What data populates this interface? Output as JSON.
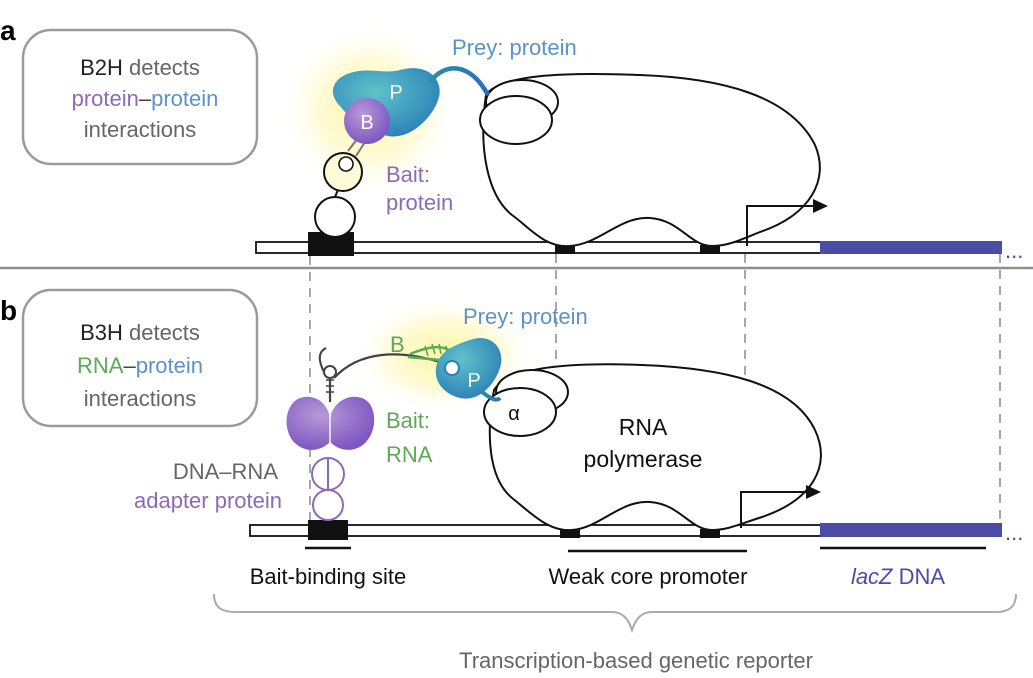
{
  "colors": {
    "purple": "#8d6ab8",
    "purple_dark": "#7e57c2",
    "blue": "#5b93c9",
    "teal": "#2d8fb6",
    "green": "#5da955",
    "gray_text": "#666666",
    "lacz": "#4a4ca6",
    "glow": "#fff7a8"
  },
  "panel_a": {
    "letter": "a",
    "info_box": {
      "line1_strong": "B2H",
      "line1_rest": " detects",
      "line2_a": "protein",
      "line2_dash": "–",
      "line2_b": "protein",
      "line3": "interactions"
    },
    "prey_label": "Prey: protein",
    "bait_label_line1": "Bait:",
    "bait_label_line2": "protein",
    "bait_marker": "B",
    "prey_marker": "P"
  },
  "panel_b": {
    "letter": "b",
    "info_box": {
      "line1_strong": "B3H",
      "line1_rest": " detects",
      "line2_a": "RNA",
      "line2_dash": "–",
      "line2_b": "protein",
      "line3": "interactions"
    },
    "prey_label": "Prey: protein",
    "bait_label_line1": "Bait:",
    "bait_label_line2": "RNA",
    "bait_marker": "B",
    "prey_marker": "P",
    "alpha_marker": "α",
    "polymerase_line1": "RNA",
    "polymerase_line2": "polymerase",
    "adapter_line1": "DNA–RNA",
    "adapter_line2": "adapter protein"
  },
  "bottom": {
    "bait_site": "Bait-binding site",
    "promoter": "Weak core promoter",
    "lacz_italic": "lacZ",
    "lacz_rest": " DNA",
    "reporter": "Transcription-based genetic reporter",
    "ellipsis": "..."
  }
}
